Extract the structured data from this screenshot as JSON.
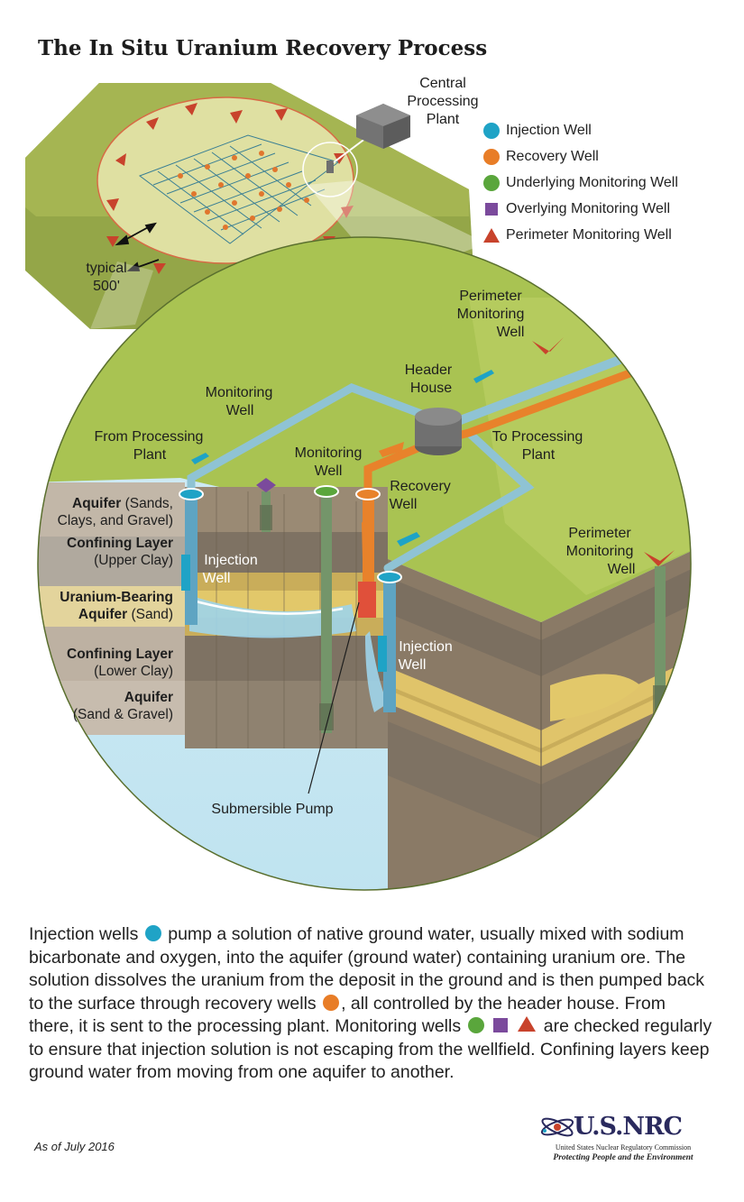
{
  "title": "The In Situ Uranium Recovery Process",
  "legend": [
    {
      "label": "Injection Well",
      "shape": "circle",
      "color": "#1fa3c6"
    },
    {
      "label": "Recovery Well",
      "shape": "circle",
      "color": "#e87d27"
    },
    {
      "label": "Underlying Monitoring Well",
      "shape": "circle",
      "color": "#5aa63c"
    },
    {
      "label": "Overlying Monitoring Well",
      "shape": "square",
      "color": "#7b4a9c"
    },
    {
      "label": "Perimeter Monitoring Well",
      "shape": "triangle",
      "color": "#c8432c"
    }
  ],
  "inset": {
    "plant_line1": "Central",
    "plant_line2": "Processing",
    "plant_line3": "Plant",
    "distance_line1": "typical",
    "distance_line2": "500'"
  },
  "labels": {
    "perimeter_top_1": "Perimeter",
    "perimeter_top_2": "Monitoring",
    "perimeter_top_3": "Well",
    "header_1": "Header",
    "header_2": "House",
    "monitoring_1a": "Monitoring",
    "monitoring_1b": "Well",
    "from_plant_1": "From Processing",
    "from_plant_2": "Plant",
    "to_plant_1": "To Processing",
    "to_plant_2": "Plant",
    "monitoring_2a": "Monitoring",
    "monitoring_2b": "Well",
    "recovery_1": "Recovery",
    "recovery_2": "Well",
    "injection_1a": "Injection",
    "injection_1b": "Well",
    "injection_2a": "Injection",
    "injection_2b": "Well",
    "perimeter_right_1": "Perimeter",
    "perimeter_right_2": "Monitoring",
    "perimeter_right_3": "Well",
    "pump": "Submersible Pump"
  },
  "layers": [
    {
      "bold": "Aquifer",
      "rest": " (Sands,",
      "line2": "Clays, and Gravel)"
    },
    {
      "bold": "Confining Layer",
      "rest": "",
      "line2": "(Upper Clay)"
    },
    {
      "bold": "Uranium-Bearing",
      "rest": "",
      "line2": "Aquifer",
      "line2_rest": " (Sand)"
    },
    {
      "bold": "Confining Layer",
      "rest": "",
      "line2": "(Lower Clay)"
    },
    {
      "bold": "Aquifer",
      "rest": "",
      "line2": "(Sand & Gravel)"
    }
  ],
  "description": {
    "p1": "Injection wells ",
    "p2": " pump a solution of native ground water, usually mixed with sodium bicarbonate and oxygen, into the aquifer (ground water) containing uranium ore. The solution dissolves the uranium from the deposit in the ground and is then pumped back to the surface through recovery wells ",
    "p3": ", all controlled by the header house. From there, it is sent to the processing plant. Monitoring wells ",
    "p4": " are checked regularly to ensure that injection solution is not escaping from the wellfield. Confining layers keep ground water from moving from one aquifer to another."
  },
  "date": "As of July 2016",
  "logo": {
    "name": "U.S.NRC",
    "subtitle": "United States Nuclear Regulatory Commission",
    "tagline": "Protecting People and the Environment"
  }
}
